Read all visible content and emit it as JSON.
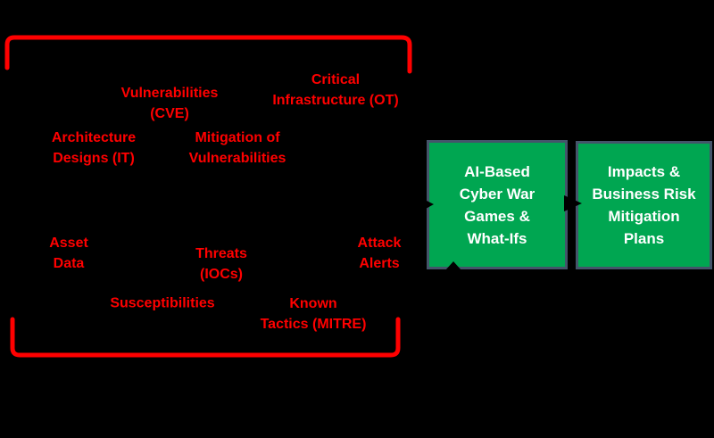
{
  "background_color": "#000000",
  "colors": {
    "bracket_red": "#FF0000",
    "label_red": "#FF0000",
    "box_green": "#00A651",
    "box_border": "#44546A",
    "box_text_white": "#FFFFFF"
  },
  "bracket_group": {
    "labels": [
      {
        "id": "vulnerabilities-cve",
        "text": "Vulnerabilities\n(CVE)"
      },
      {
        "id": "critical-infrastructure-ot",
        "text": "Critical\nInfrastructure (OT)"
      },
      {
        "id": "architecture-designs-it",
        "text": "Architecture\nDesigns (IT)"
      },
      {
        "id": "mitigation-of-vulnerabilities",
        "text": "Mitigation of\nVulnerabilities"
      },
      {
        "id": "asset-data",
        "text": "Asset\nData"
      },
      {
        "id": "threats-iocs",
        "text": "Threats\n(IOCs)"
      },
      {
        "id": "attack-alerts",
        "text": "Attack\nAlerts"
      },
      {
        "id": "susceptibilities",
        "text": "Susceptibilities"
      },
      {
        "id": "known-tactics-mitre",
        "text": "Known\nTactics (MITRE)"
      }
    ]
  },
  "boxes": [
    {
      "id": "ai-cyber-war-games",
      "text": "AI-Based\nCyber War\nGames &\nWhat-Ifs"
    },
    {
      "id": "impacts-business-risk",
      "text": "Impacts &\nBusiness Risk\nMitigation\nPlans"
    }
  ],
  "decorations": {
    "icons": [
      "bracket-frame-icon",
      "arrowhead-into-ai-box-icon",
      "arrowhead-between-boxes-icon",
      "arrowhead-below-ai-box-icon"
    ]
  }
}
